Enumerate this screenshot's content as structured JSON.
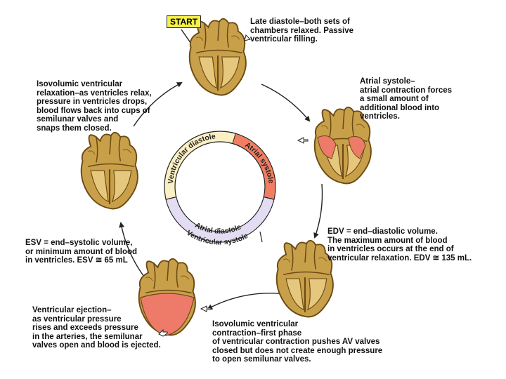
{
  "start_label": "START",
  "ring": {
    "ventricular_diastole": "Ventricular diastole",
    "atrial_systole": "Atrial systole",
    "atrial_diastole": "Atrial diastole",
    "ventricular_systole": "Ventricular systole"
  },
  "labels": {
    "late_diastole": [
      "Late diastole–both sets of",
      "chambers relaxed.  Passive",
      "ventricular filling."
    ],
    "atrial_systole": [
      "Atrial systole–",
      "atrial contraction forces",
      "a small amount of",
      "additional blood into",
      "ventricles."
    ],
    "edv": [
      "EDV = end–diastolic volume.",
      "The maximum amount of blood",
      "in ventricles occurs at the end of",
      "ventricular relaxation. EDV ≅ 135 mL."
    ],
    "isovolumic_contraction": [
      "Isovolumic ventricular",
      "contraction–first phase",
      "of ventricular contraction pushes AV valves",
      "closed but does not create enough pressure",
      "to open semilunar valves."
    ],
    "ventricular_ejection": [
      "Ventricular ejection–",
      "as ventricular pressure",
      "rises and exceeds pressure",
      "in the arteries, the semilunar",
      "valves open and blood is ejected."
    ],
    "esv": [
      "ESV = end–systolic volume,",
      "or minimum amount of blood",
      "in ventricles. ESV ≅ 65 mL"
    ],
    "isovolumic_relaxation": [
      "Isovolumic ventricular",
      "relaxation–as ventricles relax,",
      "pressure in ventricles drops,",
      "blood flows back into cups of",
      "semilunar valves and",
      "snaps them closed."
    ]
  },
  "colors": {
    "heart_tan": "#c9a04a",
    "heart_outline": "#6b4a14",
    "contracting_red": "#ee7a6a",
    "ring_fill": "#fbefc4",
    "atrial_systole_arc": "#f07e62",
    "ventricular_systole_arc": "#e3dcf2",
    "start_badge": "#f6f04a"
  }
}
